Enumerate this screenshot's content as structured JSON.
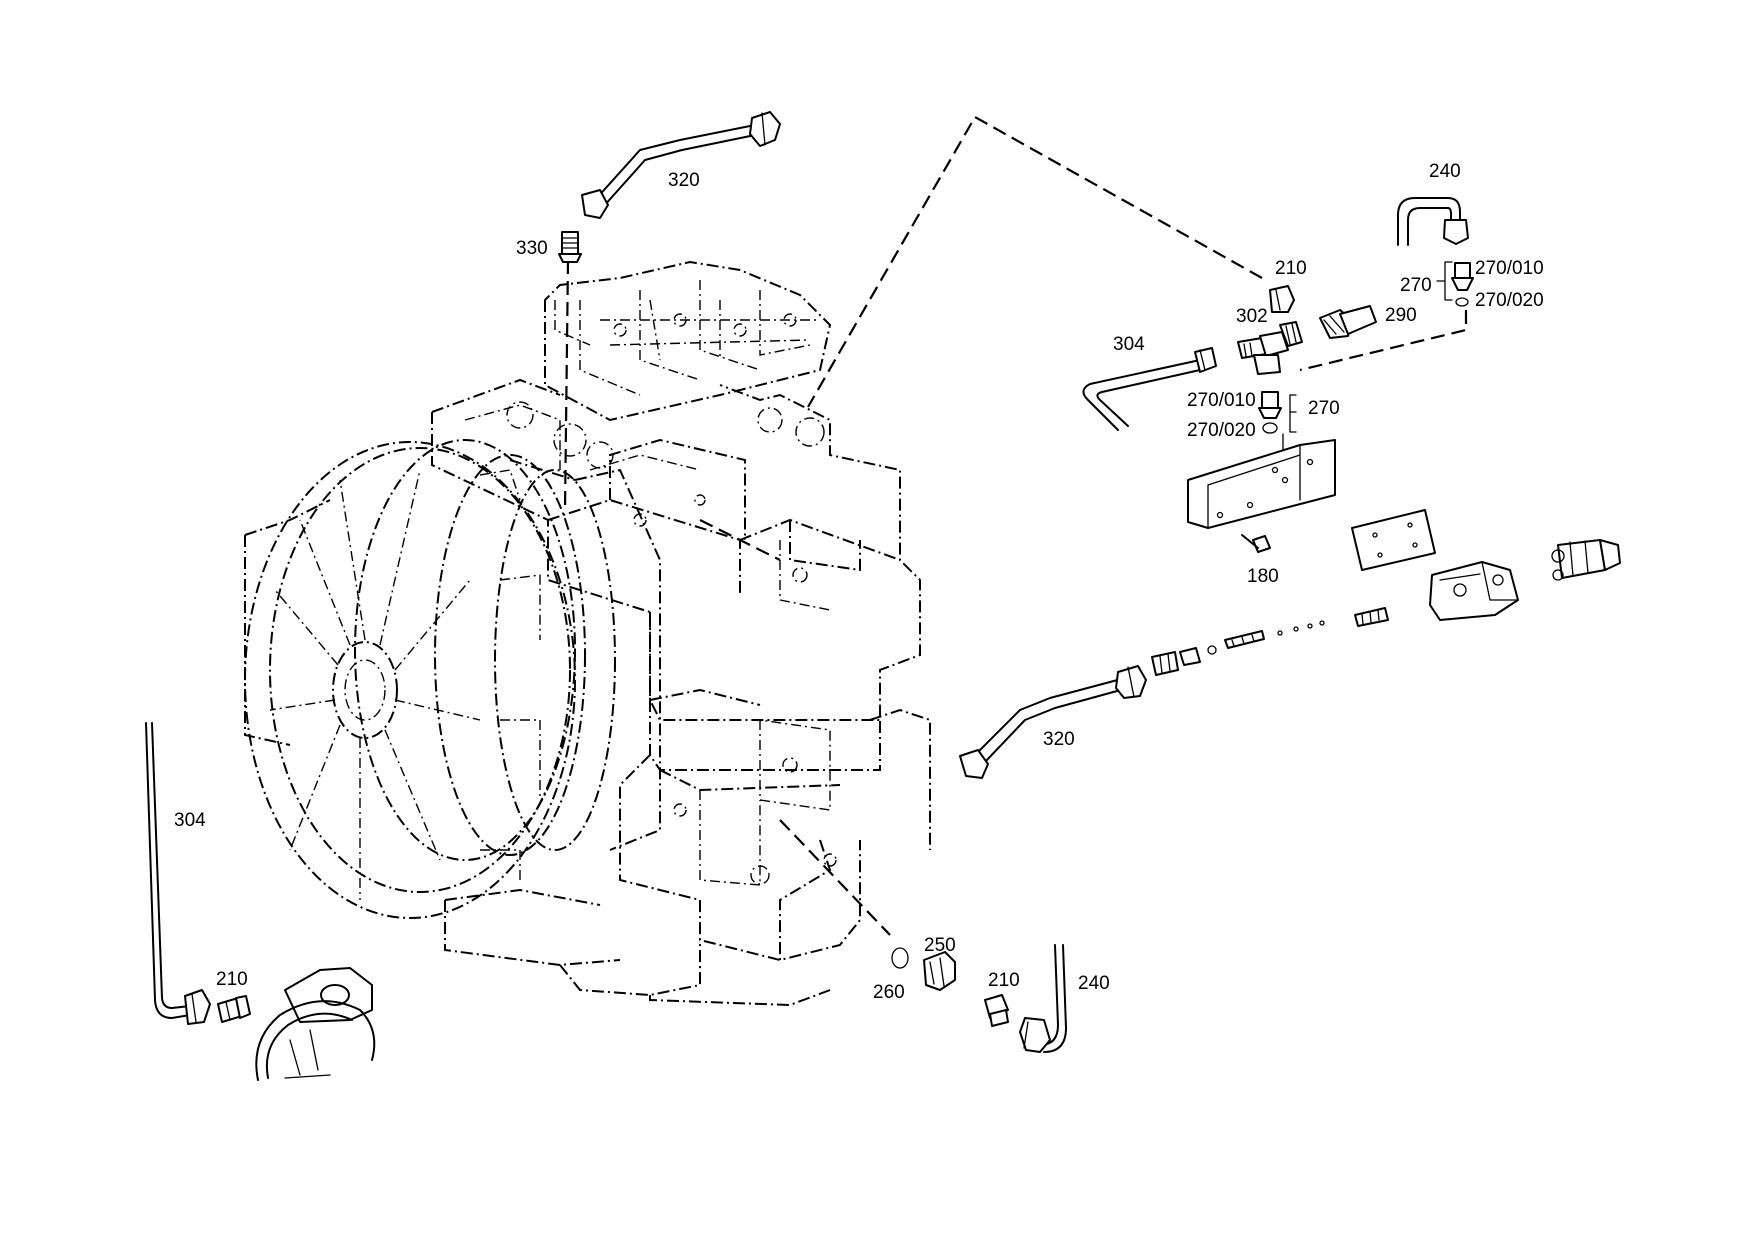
{
  "callouts": {
    "c320_top": "320",
    "c330": "330",
    "c210_top": "210",
    "c302": "302",
    "c290": "290",
    "c240_top": "240",
    "c270_top": "270",
    "c270_010_top": "270/010",
    "c270_020_top": "270/020",
    "c304_top": "304",
    "c270_010_mid": "270/010",
    "c270_020_mid": "270/020",
    "c270_mid": "270",
    "c180": "180",
    "c320_mid": "320",
    "c304_left": "304",
    "c210_left": "210",
    "c250": "250",
    "c260": "260",
    "c210_bottom": "210",
    "c240_bottom": "240"
  }
}
